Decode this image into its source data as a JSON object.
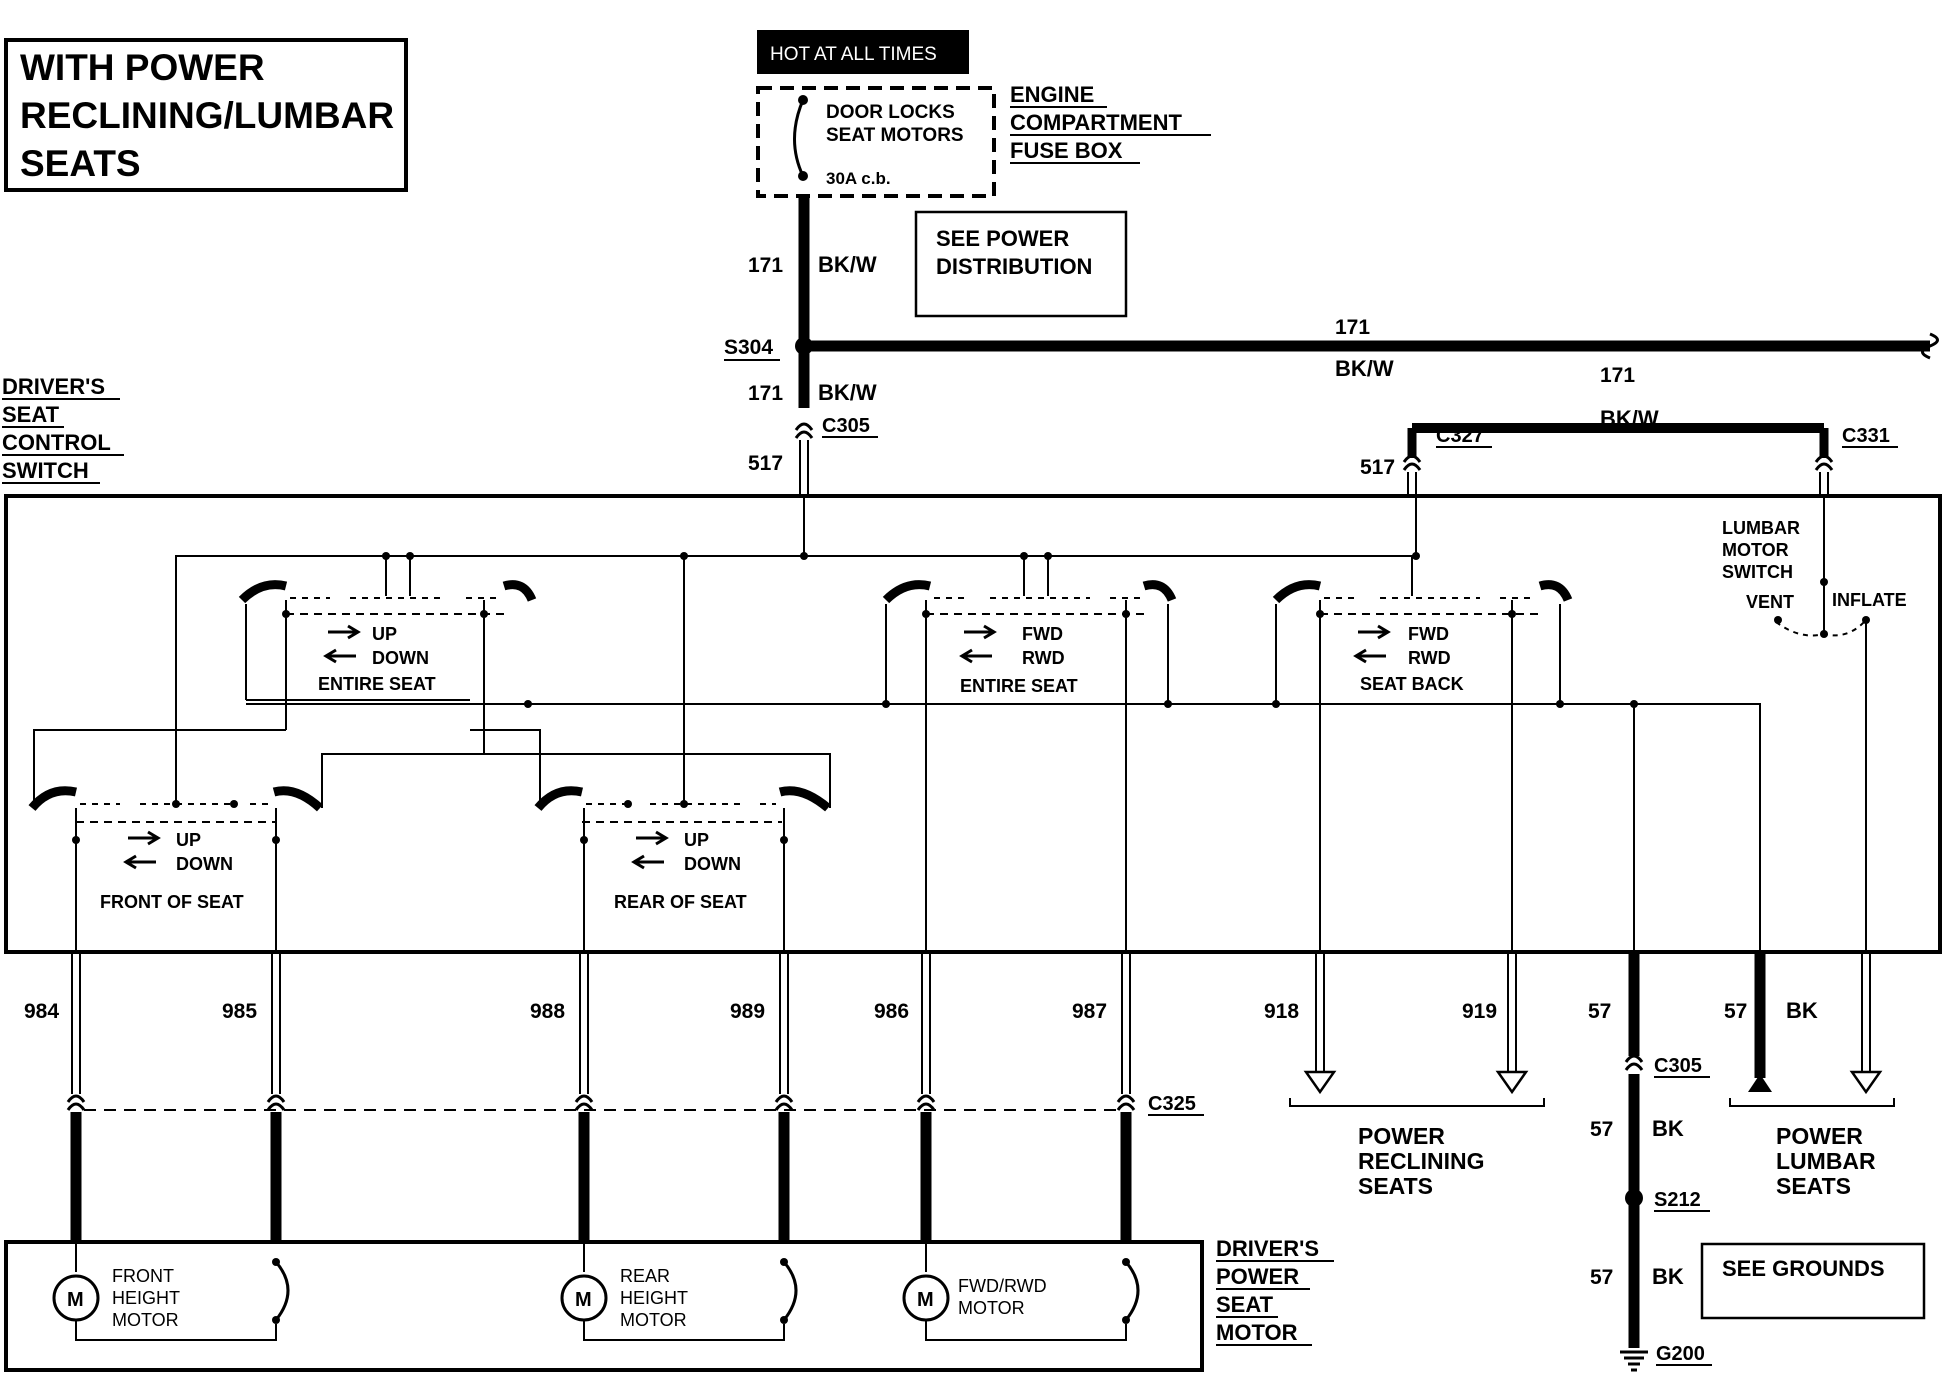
{
  "title": {
    "line1": "WITH POWER",
    "line2": "RECLINING/LUMBAR",
    "line3": "SEATS"
  },
  "hot_at_all_times": "HOT AT ALL TIMES",
  "fuse": {
    "line1": "DOOR LOCKS",
    "line2": "SEAT MOTORS",
    "rating": "30A c.b."
  },
  "fuse_box": {
    "line1": "ENGINE",
    "line2": "COMPARTMENT",
    "line3": "FUSE BOX"
  },
  "see_power": {
    "line1": "SEE POWER",
    "line2": "DISTRIBUTION"
  },
  "splices": {
    "s304": "S304",
    "s212": "S212"
  },
  "connectors": {
    "c305": "C305",
    "c327": "C327",
    "c331": "C331",
    "c325": "C325",
    "c305_lower": "C305"
  },
  "wires": {
    "w171": "171",
    "bkw": "BK/W",
    "w517": "517",
    "w984": "984",
    "w985": "985",
    "w988": "988",
    "w989": "989",
    "w986": "986",
    "w987": "987",
    "w918": "918",
    "w919": "919",
    "w57": "57",
    "bk": "BK"
  },
  "control_switch": {
    "line1": "DRIVER'S",
    "line2": "SEAT",
    "line3": "CONTROL",
    "line4": "SWITCH"
  },
  "switches": {
    "up": "UP",
    "down": "DOWN",
    "fwd": "FWD",
    "rwd": "RWD",
    "entire_seat": "ENTIRE SEAT",
    "seat_back": "SEAT BACK",
    "front_of_seat": "FRONT OF SEAT",
    "rear_of_seat": "REAR OF SEAT"
  },
  "lumbar": {
    "line1": "LUMBAR",
    "line2": "MOTOR",
    "line3": "SWITCH",
    "vent": "VENT",
    "inflate": "INFLATE"
  },
  "reclining": {
    "line1": "POWER",
    "line2": "RECLINING",
    "line3": "SEATS"
  },
  "lumbar_seats": {
    "line1": "POWER",
    "line2": "LUMBAR",
    "line3": "SEATS"
  },
  "motors": {
    "m": "M",
    "front": [
      "FRONT",
      "HEIGHT",
      "MOTOR"
    ],
    "rear": [
      "REAR",
      "HEIGHT",
      "MOTOR"
    ],
    "fwd": [
      "FWD/RWD",
      "MOTOR"
    ]
  },
  "power_seat_motor": {
    "line1": "DRIVER'S",
    "line2": "POWER",
    "line3": "SEAT",
    "line4": "MOTOR"
  },
  "see_grounds": "SEE GROUNDS",
  "ground": "G200"
}
